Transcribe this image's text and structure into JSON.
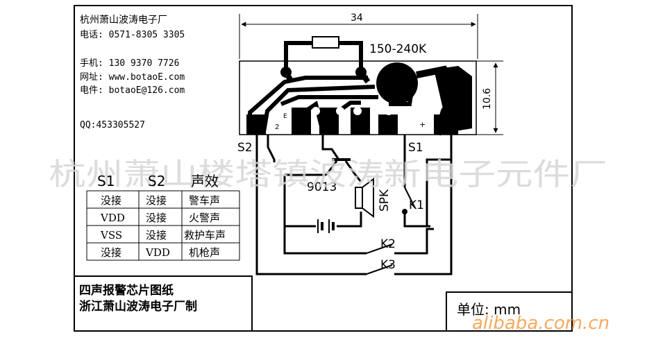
{
  "contact": {
    "company": "杭州萧山波涛电子厂",
    "phone": "电话: 0571-8305 3305",
    "mobile": "手机: 130 9370 7726",
    "website": "网址: www.botaoE.com",
    "email": "电件: botaoE@126.com",
    "qq": "QQ:453305527"
  },
  "pcb": {
    "width_label": "34",
    "height_label": "10.6",
    "resistor_label": "150-240K",
    "pad_marks": [
      "2",
      "E",
      "+"
    ]
  },
  "watermark": "杭州萧山楼塔镇波涛新电子元件厂",
  "table": {
    "headers": [
      "S1",
      "S2",
      "声效"
    ],
    "rows": [
      [
        "没接",
        "没接",
        "警车声"
      ],
      [
        "VDD",
        "没接",
        "火警声"
      ],
      [
        "VSS",
        "没接",
        "救护车声"
      ],
      [
        "没接",
        "VDD",
        "机枪声"
      ]
    ]
  },
  "schematic": {
    "s2": "S2",
    "s1": "S1",
    "transistor": "9013",
    "speaker": "SPK",
    "k1": "K1",
    "k2": "K2",
    "k3": "K3"
  },
  "title_block": {
    "line1": "四声报警芯片图纸",
    "line2": "浙江萧山波涛电子厂制"
  },
  "unit": "单位:  mm",
  "site_watermark": "alibaba.com.cn"
}
